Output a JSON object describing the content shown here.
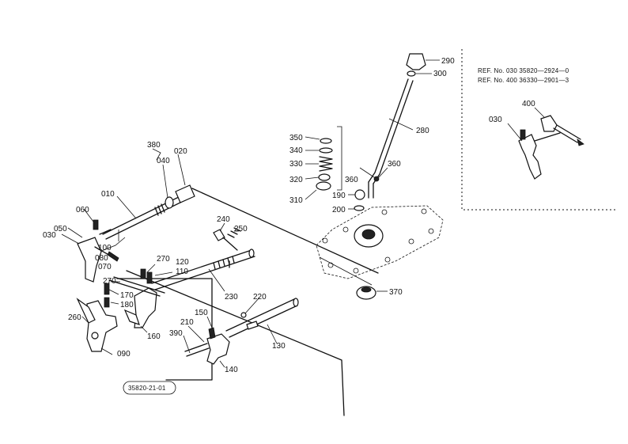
{
  "labels": {
    "p010": "010",
    "p020": "020",
    "p030": "030",
    "p040": "040",
    "p050": "050",
    "p060": "060",
    "p070": "070",
    "p080": "080",
    "p090": "090",
    "p100": "100",
    "p110": "110",
    "p120": "120",
    "p130": "130",
    "p140": "140",
    "p150": "150",
    "p160": "160",
    "p170": "170",
    "p180": "180",
    "p190": "190",
    "p200": "200",
    "p210": "210",
    "p220": "220",
    "p230": "230",
    "p240": "240",
    "p250": "250",
    "p260": "260",
    "p270a": "270",
    "p270b": "270",
    "p280": "280",
    "p290": "290",
    "p300": "300",
    "p310": "310",
    "p320": "320",
    "p330": "330",
    "p340": "340",
    "p350": "350",
    "p360a": "360",
    "p360b": "360",
    "p370": "370",
    "p380": "380",
    "p390": "390",
    "p400": "400",
    "inset030": "030"
  },
  "reference": {
    "line1": "REF. No. 030  35820—2924—0",
    "line2": "REF. No. 400  36330—2901—3"
  },
  "diagram_code": "35820-21-01"
}
